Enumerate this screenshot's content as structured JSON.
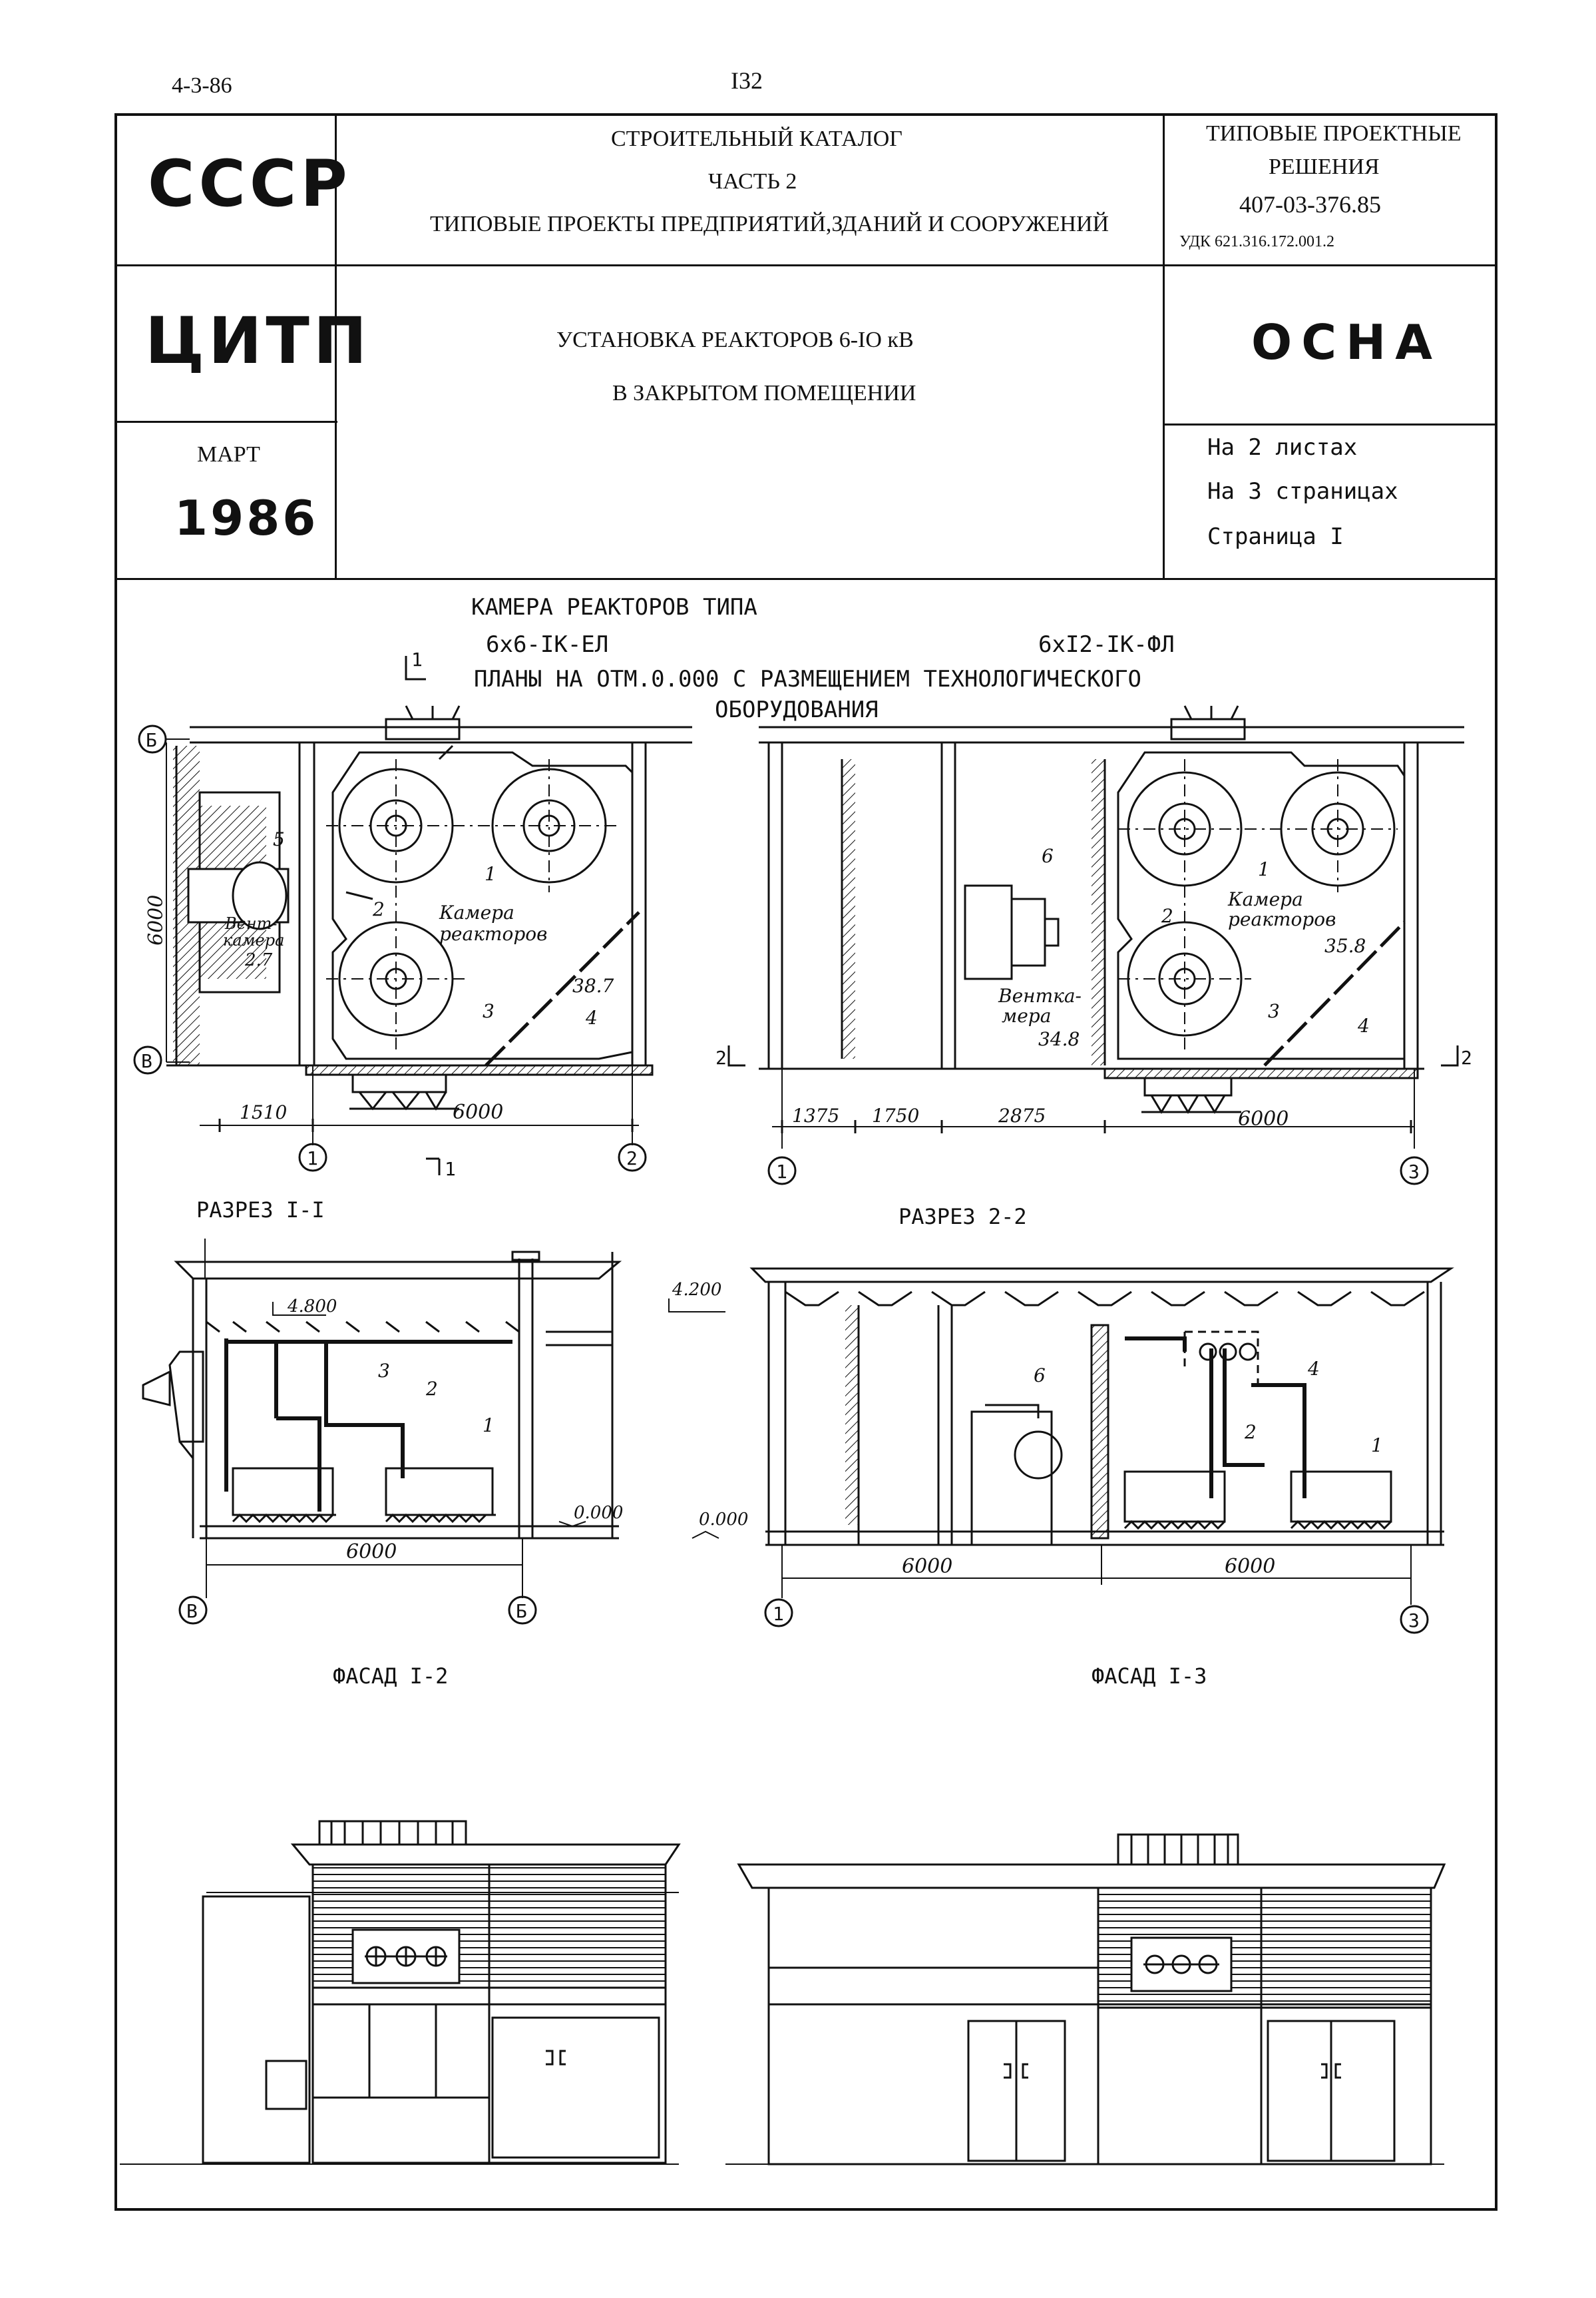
{
  "page": {
    "code": "4-3-86",
    "number": "I32"
  },
  "header": {
    "org1": "СССР",
    "org2": "ЦИТП",
    "month": "МАРТ",
    "year": "1986",
    "catalog_line1": "СТРОИТЕЛЬНЫЙ КАТАЛОГ",
    "catalog_line2": "ЧАСТЬ 2",
    "catalog_line3": "ТИПОВЫЕ ПРОЕКТЫ ПРЕДПРИЯТИЙ,ЗДАНИЙ И СООРУЖЕНИЙ",
    "title_line1": "УСТАНОВКА РЕАКТОРОВ 6-IО кВ",
    "title_line2": "В ЗАКРЫТОМ ПОМЕЩЕНИИ",
    "solutions_line1": "ТИПОВЫЕ ПРОЕКТНЫЕ",
    "solutions_line2": "РЕШЕНИЯ",
    "project_code": "407-03-376.85",
    "udk": "УДК 621.316.172.001.2",
    "section": "ОСНА",
    "sheets": "На 2 листах",
    "pages": "На 3 страницах",
    "page_no": "Страница I"
  },
  "drawing": {
    "title_line1": "КАМЕРА  РЕАКТОРОВ  ТИПА",
    "type_left": "6х6-IК-ЕЛ",
    "type_right": "6хI2-IК-ФЛ",
    "plans_line1": "ПЛАНЫ  НА  ОТМ.0.000  С  РАЗМЕЩЕНИЕМ  ТЕХНОЛОГИЧЕСКОГО",
    "plans_line2": "ОБОРУДОВАНИЯ",
    "section_mark": "1",
    "axis_b": "Б",
    "axis_v": "В",
    "axis_1": "1",
    "axis_2": "2",
    "axis_3": "3",
    "room_reactors": "Камера",
    "room_reactors2": "реакторов",
    "room_vent1_l1": "Вент-",
    "room_vent1_l2": "камера",
    "room_vent2_l1": "Вентка-",
    "room_vent2_l2": "мера",
    "area_vent1": "2.7",
    "area_reactors1": "38.7",
    "area_reactors2": "35.8",
    "area_vent2": "34.8",
    "dim_6000": "6000",
    "dim_1510": "1510",
    "dim_1375": "1375",
    "dim_1750": "1750",
    "dim_2875": "2875",
    "cut_1": "1",
    "cut_2": "2",
    "section_1": "РАЗРЕЗ I-I",
    "section_2": "РАЗРЕЗ 2-2",
    "level_4800": "4.800",
    "level_4200": "4.200",
    "level_0": "0.000",
    "facade_1": "ФАСАД I-2",
    "facade_2": "ФАСАД I-3",
    "pos_1": "1",
    "pos_2": "2",
    "pos_3": "3",
    "pos_4": "4",
    "pos_5": "5",
    "pos_6": "6"
  }
}
